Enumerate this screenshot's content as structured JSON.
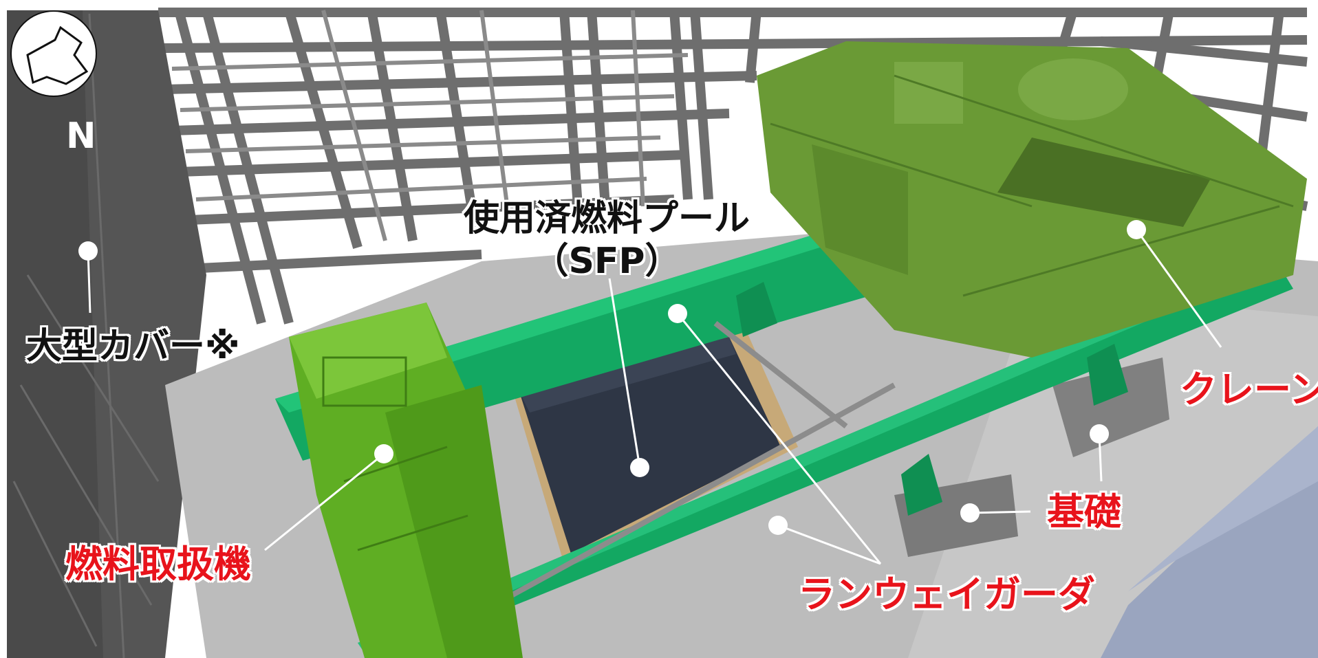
{
  "compass": {
    "letter": "N"
  },
  "labels": {
    "large_cover": "大型カバー※",
    "sfp_line1": "使用済燃料プール",
    "sfp_line2": "（SFP）",
    "crane": "クレーン",
    "foundation": "基礎",
    "fuel_handling_machine": "燃料取扱機",
    "runway_girder": "ランウェイガーダ"
  },
  "colors": {
    "steel": "#6b6b6b",
    "girder_green": "#13a862",
    "machine_green": "#5fae23",
    "crane_green": "#6a9a35",
    "pool_water": "#2e3645",
    "floor": "#b9b9b9",
    "label_red": "#e8131b"
  }
}
